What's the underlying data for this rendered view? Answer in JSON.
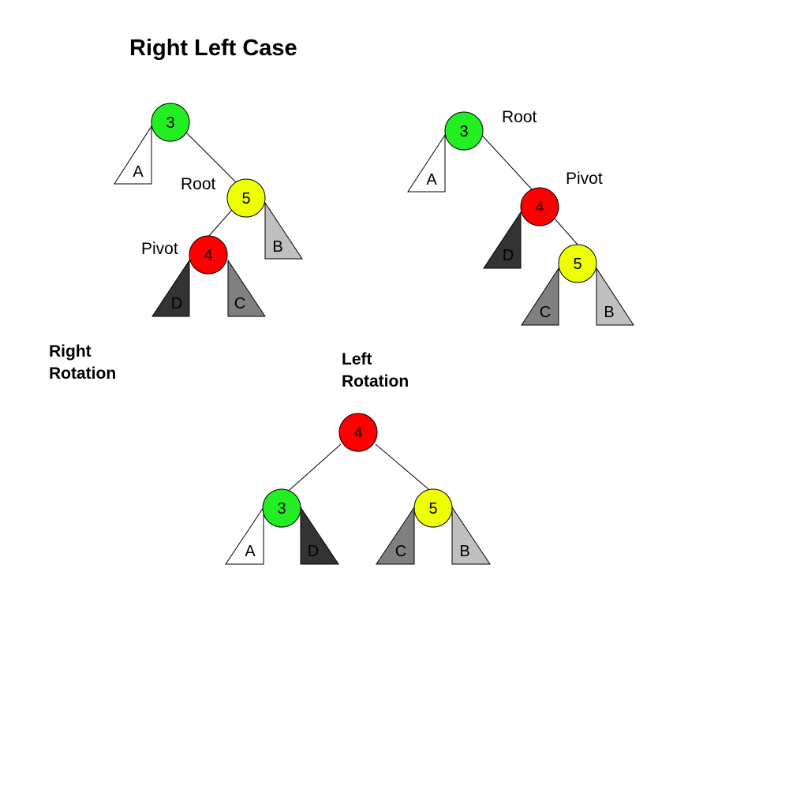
{
  "title": "Right Left Case",
  "captions": {
    "right_rotation": [
      "Right",
      "Rotation"
    ],
    "left_rotation": [
      "Left",
      "Rotation"
    ]
  },
  "colors": {
    "green": "#22ee22",
    "yellow": "#eeff00",
    "red": "#ff0000",
    "A": "#ffffff",
    "B": "#c0c0c0",
    "C": "#808080",
    "D": "#333333"
  },
  "trees": [
    {
      "name": "initial",
      "nodes": [
        {
          "id": "t1-n3",
          "label": "3",
          "color": "green"
        },
        {
          "id": "t1-n5",
          "label": "5",
          "color": "yellow",
          "tag": "Root"
        },
        {
          "id": "t1-n4",
          "label": "4",
          "color": "red",
          "tag": "Pivot"
        }
      ],
      "subtrees": [
        "A",
        "B",
        "D",
        "C"
      ]
    },
    {
      "name": "after-right-rotation",
      "nodes": [
        {
          "id": "t2-n3",
          "label": "3",
          "color": "green",
          "tag": "Root"
        },
        {
          "id": "t2-n4",
          "label": "4",
          "color": "red",
          "tag": "Pivot"
        },
        {
          "id": "t2-n5",
          "label": "5",
          "color": "yellow"
        }
      ],
      "subtrees": [
        "A",
        "D",
        "C",
        "B"
      ]
    },
    {
      "name": "after-left-rotation",
      "nodes": [
        {
          "id": "t3-n4",
          "label": "4",
          "color": "red"
        },
        {
          "id": "t3-n3",
          "label": "3",
          "color": "green"
        },
        {
          "id": "t3-n5",
          "label": "5",
          "color": "yellow"
        }
      ],
      "subtrees": [
        "A",
        "D",
        "C",
        "B"
      ]
    }
  ]
}
